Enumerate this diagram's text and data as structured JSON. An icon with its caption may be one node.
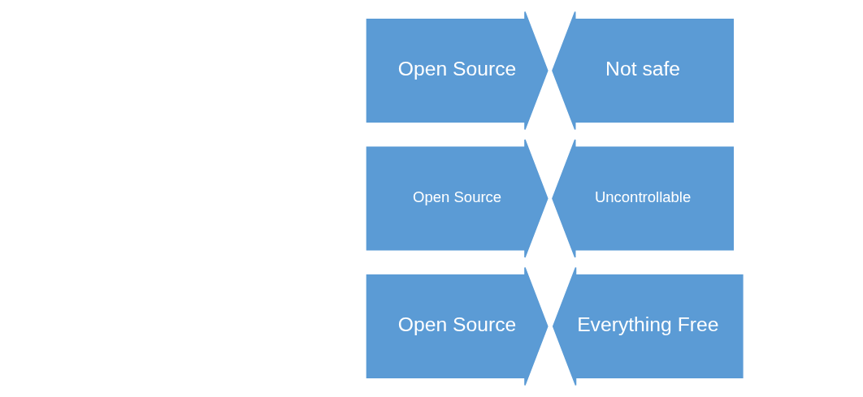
{
  "diagram": {
    "nodes": [
      {
        "text": [
          "Open Source"
        ]
      },
      {
        "text": [
          "Not safe"
        ]
      },
      {
        "text": [
          "Open Source"
        ]
      },
      {
        "text": [
          "Uncontrollable"
        ]
      },
      {
        "text": [
          "Open Source"
        ]
      },
      {
        "text": [
          "Everything Free"
        ]
      }
    ]
  }
}
